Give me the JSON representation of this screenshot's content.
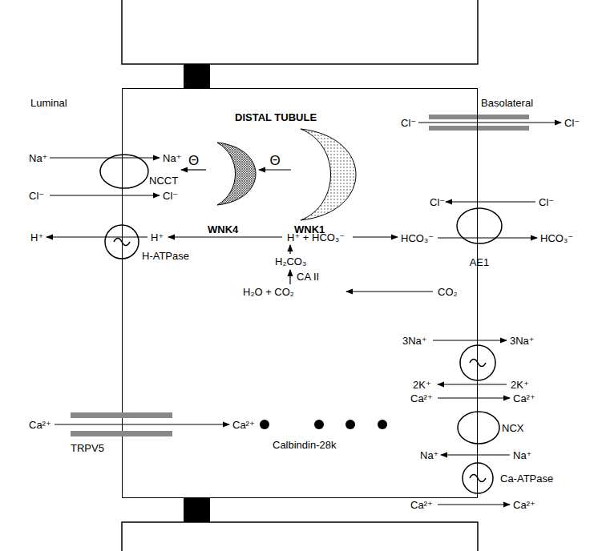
{
  "diagram": {
    "nodes": [
      {
        "text": [
          "DISTAL TUBULE"
        ]
      },
      {
        "text": [
          "NCCT"
        ]
      },
      {
        "text": [
          "WNK4"
        ],
        "in": 0
      },
      {
        "text": [
          "WNK1"
        ],
        "in": 0
      },
      {
        "text": [
          "AE1"
        ]
      },
      {
        "text": [
          "H-ATPase"
        ]
      },
      {
        "text": [
          "TRPV5"
        ]
      },
      {
        "text": [
          "NCX"
        ]
      },
      {
        "text": [
          "Ca-ATPase"
        ]
      }
    ],
    "edges": [
      {
        "from": 3,
        "to": 2,
        "arrow": "to",
        "label": "Θ"
      },
      {
        "from": 2,
        "to": 1,
        "arrow": "to",
        "label": "Θ"
      }
    ],
    "labels": [
      "Luminal",
      "Basolateral",
      "Na⁺",
      "Na⁺",
      "Cl⁻",
      "Cl⁻",
      "Cl⁻",
      "Cl⁻",
      "Cl⁻",
      "Cl⁻",
      "H⁺",
      "H⁺",
      "H⁺ + HCO₃⁻",
      "HCO₃⁻",
      "HCO₃⁻",
      "H₂CO₃",
      "CA II",
      "H₂O + CO₂",
      "CO₂",
      "3Na⁺",
      "3Na⁺",
      "2K⁺",
      "2K⁺",
      "Ca²⁺",
      "Ca²⁺",
      "Na⁺",
      "Na⁺",
      "Ca²⁺",
      "Ca²⁺",
      "Ca²⁺",
      "Ca²⁺",
      "Calbindin-28k"
    ]
  }
}
